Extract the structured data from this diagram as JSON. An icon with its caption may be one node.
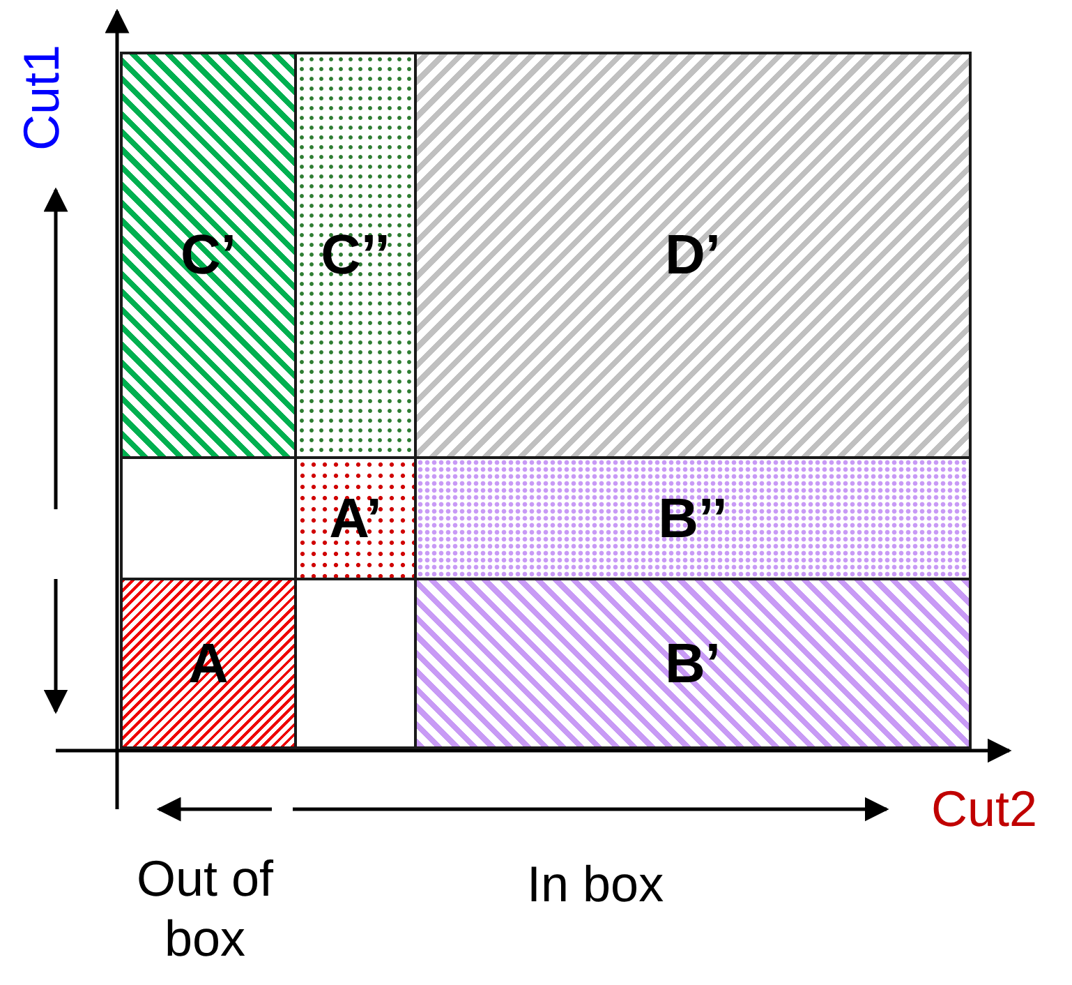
{
  "diagram": {
    "nodes": [
      {
        "text": [
          "C’"
        ]
      },
      {
        "text": [
          "C’’"
        ]
      },
      {
        "text": [
          "D’"
        ]
      },
      {
        "text": [],
        "shape": "box"
      },
      {
        "text": [
          "A’"
        ]
      },
      {
        "text": [
          "B’’"
        ]
      },
      {
        "text": [
          "A"
        ]
      },
      {
        "text": [],
        "shape": "box"
      },
      {
        "text": [
          "B’"
        ]
      }
    ],
    "labels": [
      "Cut1",
      "Cut2",
      "Out of box",
      "In box"
    ]
  }
}
